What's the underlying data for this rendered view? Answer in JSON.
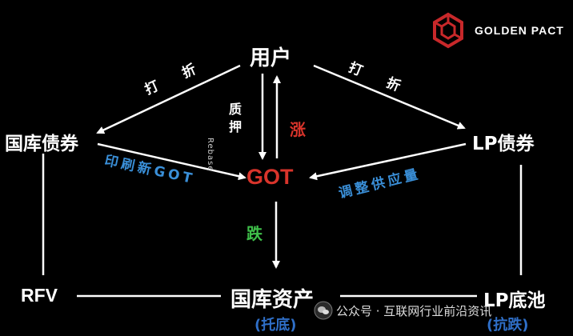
{
  "brand": {
    "name": "GOLDEN PACT",
    "color": "#c8282a",
    "icon": "hexagon-logo-icon"
  },
  "nodes": {
    "user": "用户",
    "treasury_bond": "国库债券",
    "lp_bond": "LP债券",
    "got": "GOT",
    "rfv": "RFV",
    "treasury_assets": "国库资产",
    "treasury_assets_sub": "(托底)",
    "lp_pool": "LP底池",
    "lp_pool_sub": "(抗跌)"
  },
  "edges": {
    "discount_left": "打 折",
    "discount_right": "打 折",
    "rebase": "Rebase",
    "stake": "质押",
    "rise": "涨",
    "fall": "跌",
    "mint_new_got": "印刷新GOT",
    "adjust_supply": "调整供应量"
  },
  "watermark": {
    "text": "公众号 · 互联网行业前沿资讯",
    "icon": "wechat-icon"
  },
  "colors": {
    "background": "#000000",
    "got": "#d9342b",
    "rise": "#d9342b",
    "fall": "#3fbf4a",
    "blue_label": "#3a8fd8",
    "sub_label": "#2f6fc8",
    "line": "#ffffff"
  }
}
